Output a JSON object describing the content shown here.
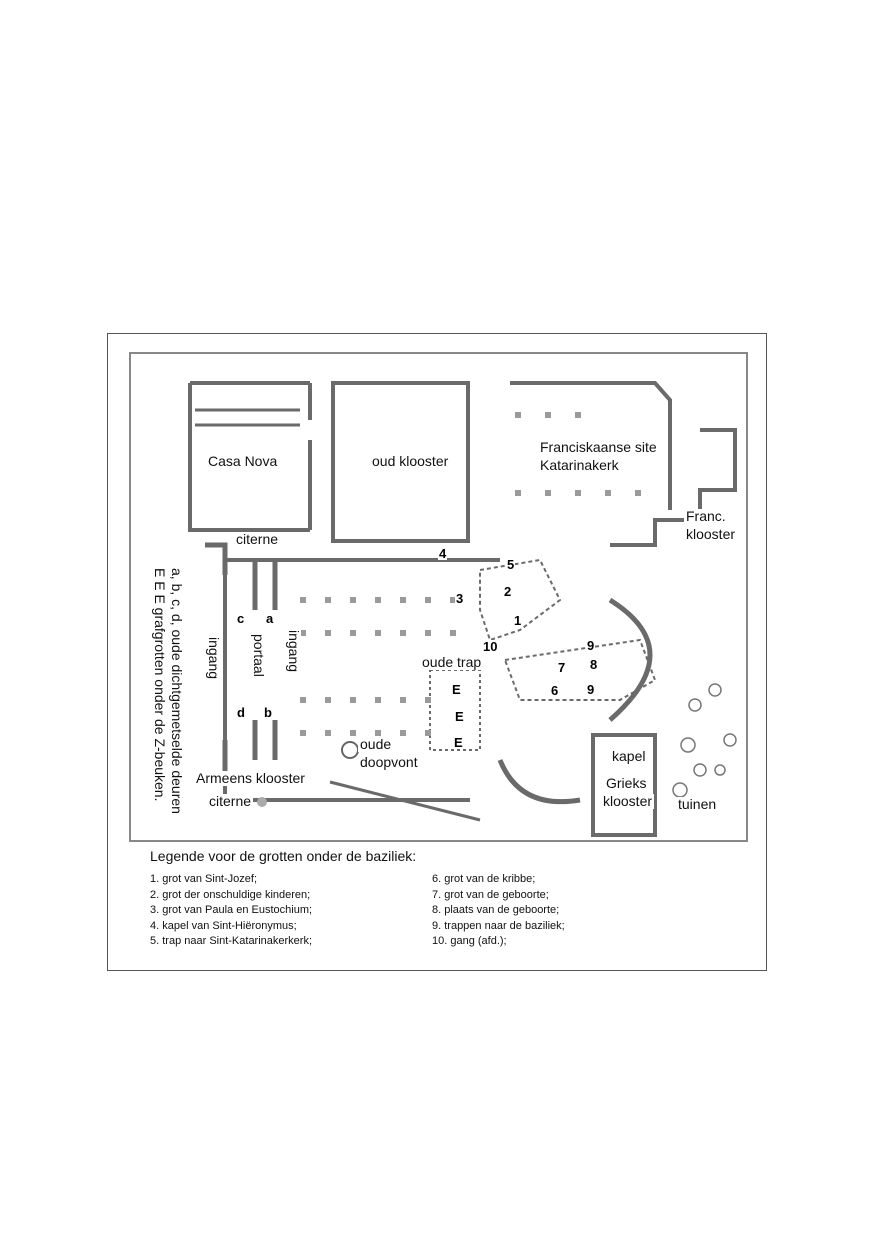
{
  "map": {
    "labels": {
      "casa_nova": "Casa Nova",
      "oud_klooster": "oud klooster",
      "franciscaanse_site": "Franciskaanse site",
      "katarinakerk": "Katarinakerk",
      "franc": "Franc.",
      "klooster": "klooster",
      "citerne_top": "citerne",
      "citerne_bottom": "citerne",
      "ingang_left": "ingang",
      "ingang_right": "ingang",
      "portaal": "portaal",
      "oude_trap": "oude trap",
      "oude": "oude",
      "doopvont": "doopvont",
      "armeens_klooster": "Armeens klooster",
      "kapel": "kapel",
      "grieks": "Grieks",
      "grieks_klooster": "klooster",
      "tuinen": "tuinen"
    },
    "markers": {
      "n1": "1",
      "n2": "2",
      "n3": "3",
      "n4": "4",
      "n5": "5",
      "n6": "6",
      "n7": "7",
      "n8": "8",
      "n9a": "9",
      "n9b": "9",
      "n10": "10",
      "a": "a",
      "b": "b",
      "c": "c",
      "d": "d",
      "e1": "E",
      "e2": "E",
      "e3": "E"
    },
    "side_note_line1": "a, b, c, d, oude dichtgemetselde deuren",
    "side_note_line2": "E E E grafgrotten onder de Z-beuken."
  },
  "legend": {
    "title": "Legende voor de grotten onder de baziliek:",
    "items_left": [
      "1. grot van Sint-Jozef;",
      "2. grot der onschuldige kinderen;",
      "3. grot van Paula en Eustochium;",
      "4. kapel van Sint-Hiëronymus;",
      "5. trap naar Sint-Katarinakerkerk;"
    ],
    "items_right": [
      "6. grot van de kribbe;",
      "7. grot van de geboorte;",
      "8. plaats van de geboorte;",
      "9. trappen naar de baziliek;",
      "10. gang (afd.);"
    ]
  }
}
